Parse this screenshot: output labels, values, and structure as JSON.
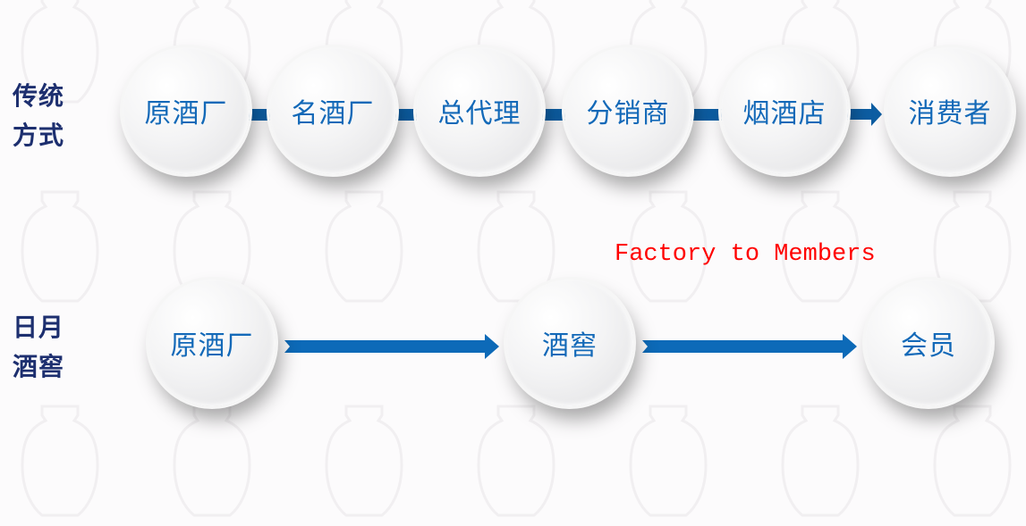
{
  "rows": [
    {
      "label_line1": "传统",
      "label_line2": "方式",
      "nodes": [
        "原酒厂",
        "名酒厂",
        "总代理",
        "分销商",
        "烟酒店",
        "消费者"
      ]
    },
    {
      "label_line1": "日月",
      "label_line2": "酒窖",
      "nodes": [
        "原酒厂",
        "酒窖",
        "会员"
      ]
    }
  ],
  "annotation": "Factory to Members",
  "colors": {
    "label": "#1d2f6f",
    "node_text": "#1369b8",
    "arrow": "#0d6ab8",
    "annotation": "#ff0000"
  }
}
